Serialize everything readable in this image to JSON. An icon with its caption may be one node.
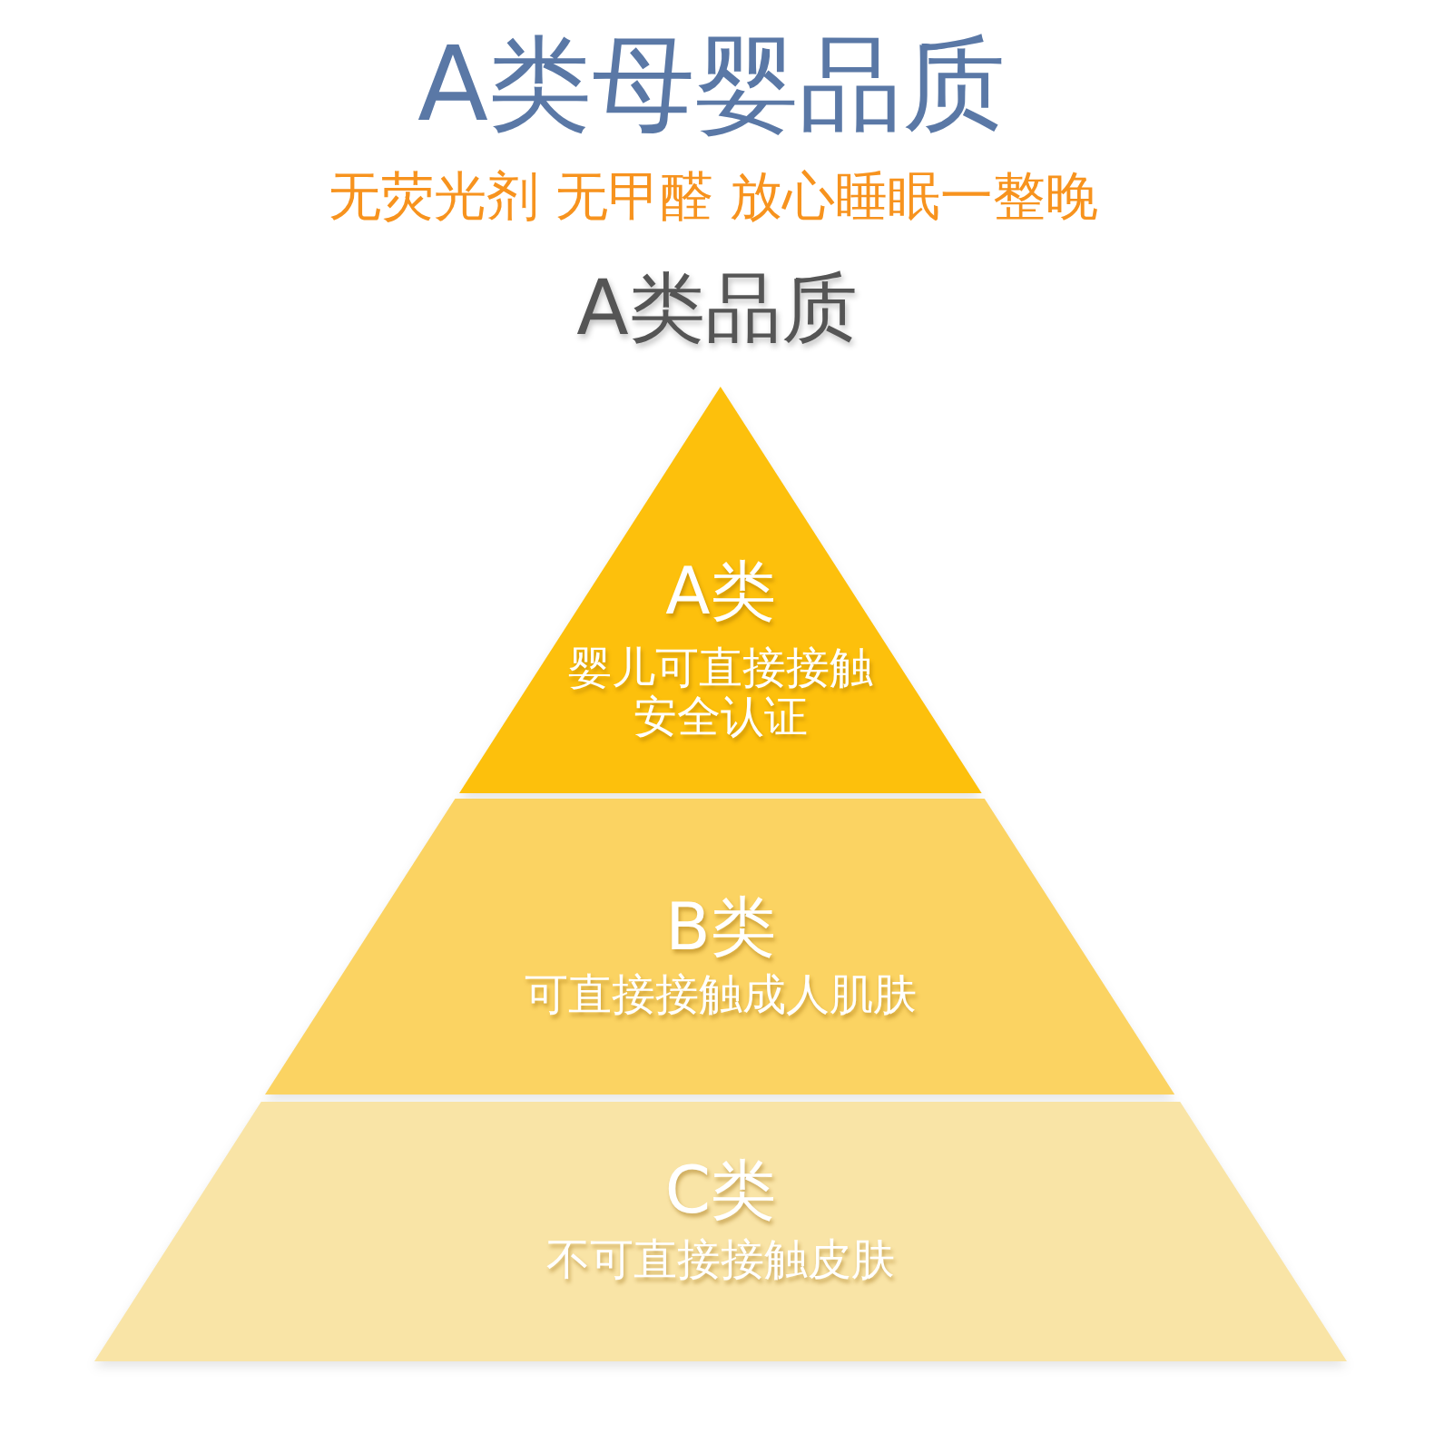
{
  "diagram": {
    "title": "A类母婴品质",
    "nodes": [
      {
        "text": [
          "A类",
          "婴儿可直接接触安全认证"
        ]
      },
      {
        "text": [
          "B类",
          "可直接接触成人肌肤"
        ]
      },
      {
        "text": [
          "C类",
          "不可直接接触皮肤"
        ]
      }
    ],
    "labels": [
      "无荧光剂 无甲醛 放心睡眠一整晚",
      "A类品质"
    ]
  }
}
